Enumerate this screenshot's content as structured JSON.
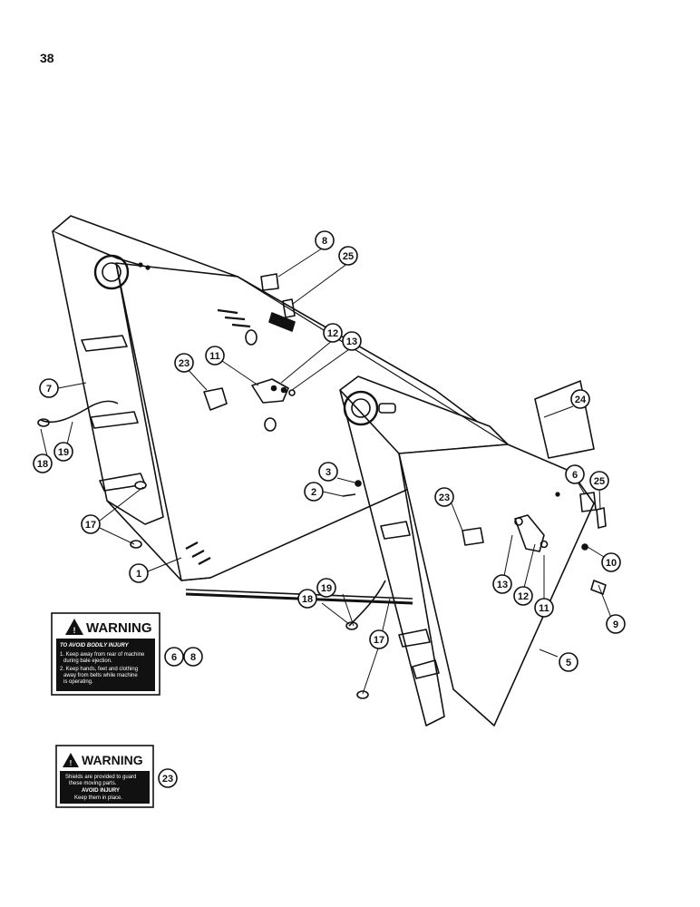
{
  "page_number": "38",
  "callouts": {
    "c1": "1",
    "c2": "2",
    "c3": "3",
    "c5": "5",
    "c6": "6",
    "c7": "7",
    "c8": "8",
    "c9": "9",
    "c10": "10",
    "c11": "11",
    "c12": "12",
    "c13": "13",
    "c17": "17",
    "c18": "18",
    "c19": "19",
    "c23": "23",
    "c24": "24",
    "c25": "25"
  },
  "decals": {
    "decal_6_8": {
      "title": "WARNING",
      "heading": "TO AVOID BODILY INJURY",
      "lines": [
        "1. Keep away from rear of machine",
        "during bale ejection.",
        "2. Keep hands, feet and clothing",
        "away from belts while machine",
        "is operating."
      ],
      "refs": [
        "6",
        "8"
      ]
    },
    "decal_23": {
      "title": "WARNING",
      "lines": [
        "Shields are provided to guard",
        "these moving parts.",
        "AVOID INJURY",
        "Keep them in place."
      ],
      "refs": [
        "23"
      ]
    }
  },
  "colors": {
    "ink": "#111111",
    "paper": "#ffffff"
  }
}
